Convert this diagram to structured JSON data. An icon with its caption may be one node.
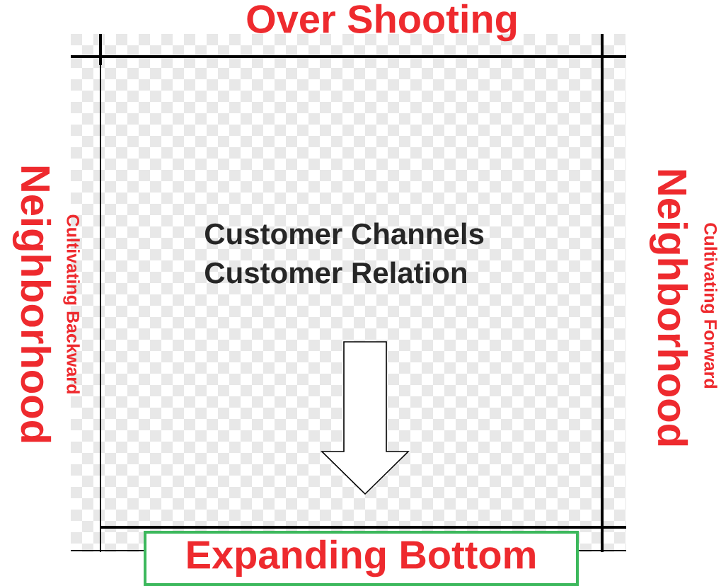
{
  "diagram": {
    "nodes": [
      {
        "text": [
          "Customer Channels",
          "Customer Relation"
        ]
      },
      {
        "text": [
          "Expanding Bottom"
        ]
      }
    ],
    "labels": [
      "Over Shooting",
      "Neighborhood",
      "Cultivating Backward",
      "Neighborhood",
      "Cultivating Forward"
    ]
  }
}
